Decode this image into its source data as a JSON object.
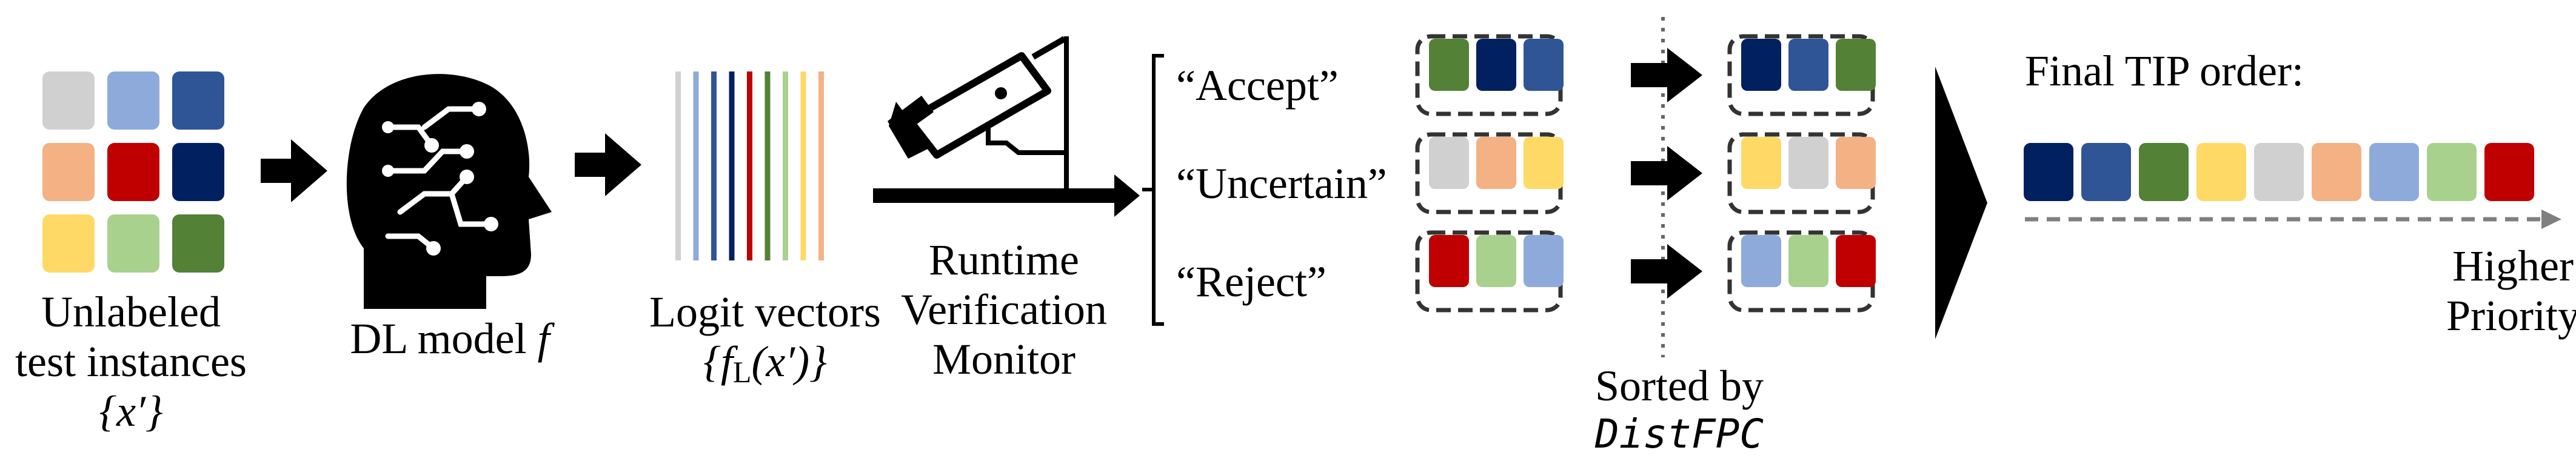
{
  "colors": {
    "light_gray": "#d0d0d0",
    "light_blue": "#8eaadb",
    "mid_blue": "#2f5597",
    "salmon": "#f4b183",
    "red": "#c00000",
    "navy": "#002060",
    "yellow": "#ffd966",
    "light_green": "#a9d18e",
    "green": "#538135",
    "orange_line": "#f4b183"
  },
  "input_grid": [
    [
      "light_gray",
      "light_blue",
      "mid_blue"
    ],
    [
      "salmon",
      "red",
      "navy"
    ],
    [
      "yellow",
      "light_green",
      "green"
    ]
  ],
  "logit_line_colors": [
    "light_gray",
    "light_blue",
    "mid_blue",
    "navy",
    "red",
    "green",
    "light_green",
    "yellow",
    "salmon"
  ],
  "labels": {
    "unlabeled_line1": "Unlabeled",
    "unlabeled_line2": "test instances",
    "unlabeled_line3": "{x′}",
    "dl_model_text": "DL model ",
    "dl_model_var": "f",
    "logit_line1": "Logit vectors",
    "logit_line2_a": "{f",
    "logit_line2_sub": "L",
    "logit_line2_b": "(x′)}",
    "monitor_line1": "Runtime",
    "monitor_line2": "Verification",
    "monitor_line3": "Monitor",
    "sorted_line1": "Sorted by",
    "sorted_line2": "DistFPC",
    "final_title": "Final TIP order:",
    "priority_line1": "Higher",
    "priority_line2": "Priority"
  },
  "groups": [
    {
      "label": "“Accept”",
      "before": [
        "green",
        "navy",
        "mid_blue"
      ],
      "after": [
        "navy",
        "mid_blue",
        "green"
      ]
    },
    {
      "label": "“Uncertain”",
      "before": [
        "light_gray",
        "salmon",
        "yellow"
      ],
      "after": [
        "yellow",
        "light_gray",
        "salmon"
      ]
    },
    {
      "label": "“Reject”",
      "before": [
        "red",
        "light_green",
        "light_blue"
      ],
      "after": [
        "light_blue",
        "light_green",
        "red"
      ]
    }
  ],
  "final_order": [
    "navy",
    "mid_blue",
    "green",
    "yellow",
    "light_gray",
    "salmon",
    "light_blue",
    "light_green",
    "red"
  ]
}
